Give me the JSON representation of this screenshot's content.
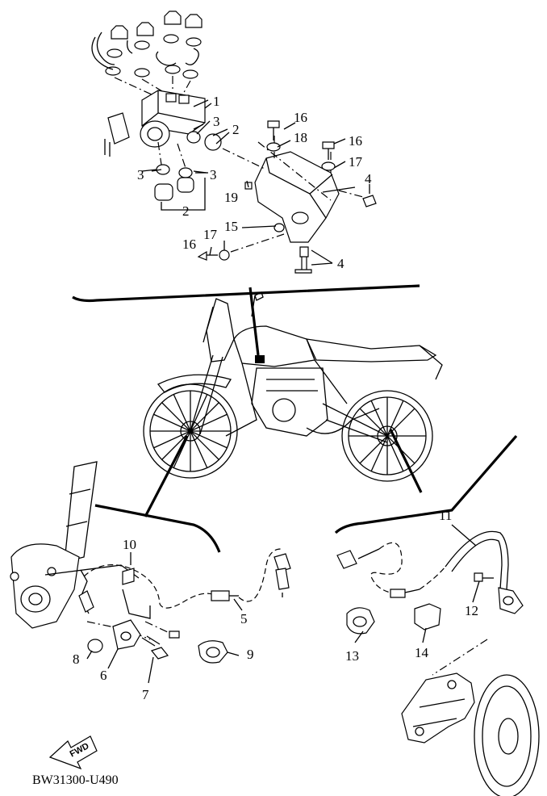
{
  "diagram": {
    "code": "BW31300-U490",
    "fwd_label": "FWD",
    "callouts": {
      "c1": "1",
      "c2a": "2",
      "c2b": "2",
      "c3a": "3",
      "c3b": "3",
      "c3c": "3",
      "c4a": "4",
      "c4b": "4",
      "c5": "5",
      "c6": "6",
      "c7": "7",
      "c8": "8",
      "c9": "9",
      "c10": "10",
      "c11": "11",
      "c12": "12",
      "c13": "13",
      "c14": "14",
      "c15": "15",
      "c16a": "16",
      "c16b": "16",
      "c16c": "16",
      "c17a": "17",
      "c17b": "17",
      "c18": "18",
      "c19": "19"
    }
  }
}
